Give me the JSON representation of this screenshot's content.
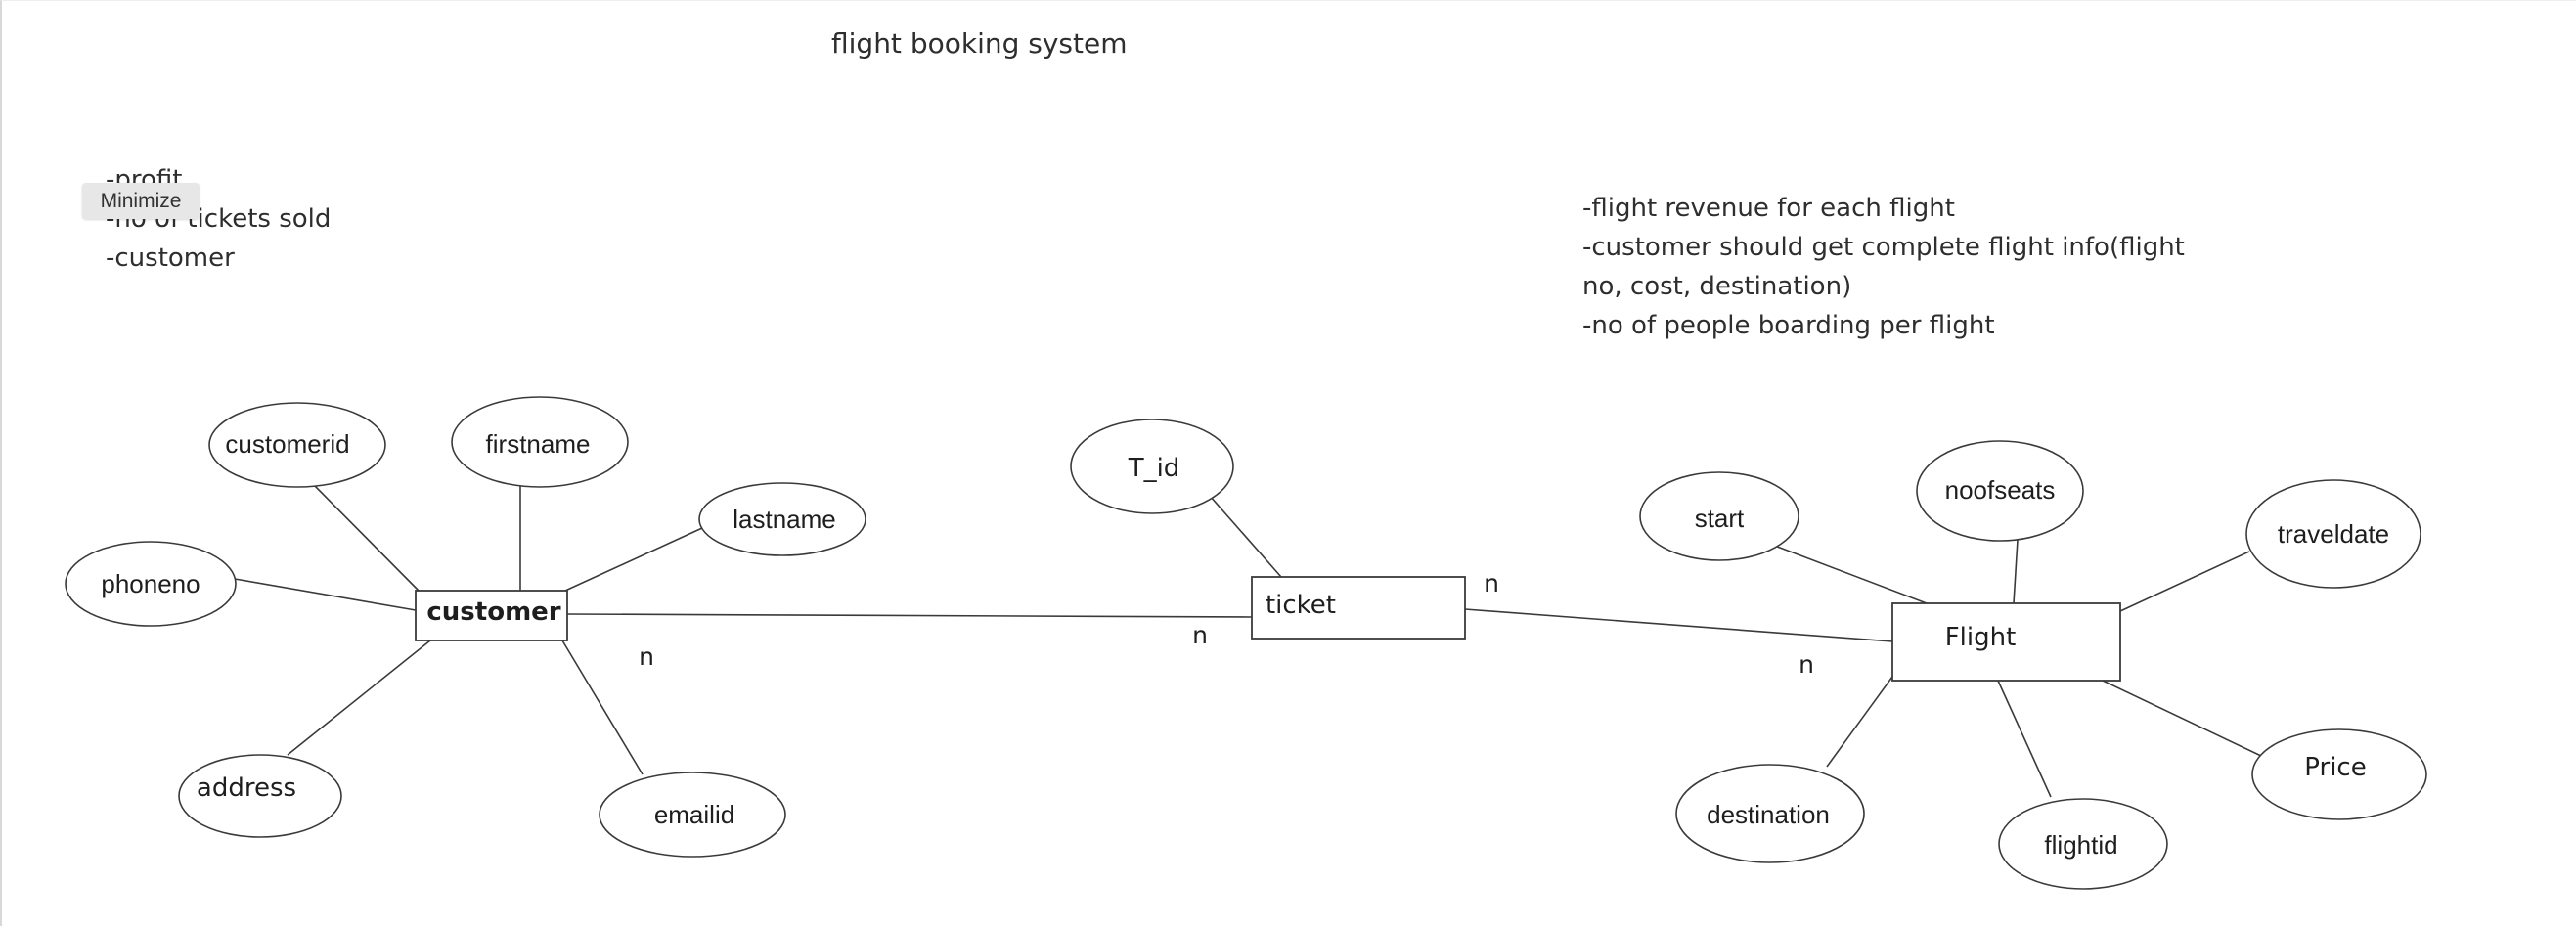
{
  "title": "flight booking system",
  "notes_left": [
    "-profit",
    "-no of tickets sold",
    "-customer"
  ],
  "notes_right": [
    "-flight revenue for each flight",
    "-customer should get complete flight info(flight",
    "no, cost, destination)",
    "-no of people boarding per flight"
  ],
  "minimize_label": "Minimize",
  "entities": {
    "customer": "customer",
    "ticket": "ticket",
    "flight": "Flight"
  },
  "attributes": {
    "customer": [
      "customerid",
      "firstname",
      "lastname",
      "phoneno",
      "address",
      "emailid"
    ],
    "ticket": [
      "T_id"
    ],
    "flight": [
      "start",
      "noofseats",
      "traveldate",
      "destination",
      "flightid",
      "Price"
    ]
  },
  "cardinalities": {
    "customer_side": "n",
    "ticket_left": "n",
    "ticket_right": "n",
    "flight_side": "n"
  },
  "colors": {
    "line": "#3a3a3a",
    "text": "#1e1e1e",
    "minimize_bg": "#e7e7e7"
  }
}
